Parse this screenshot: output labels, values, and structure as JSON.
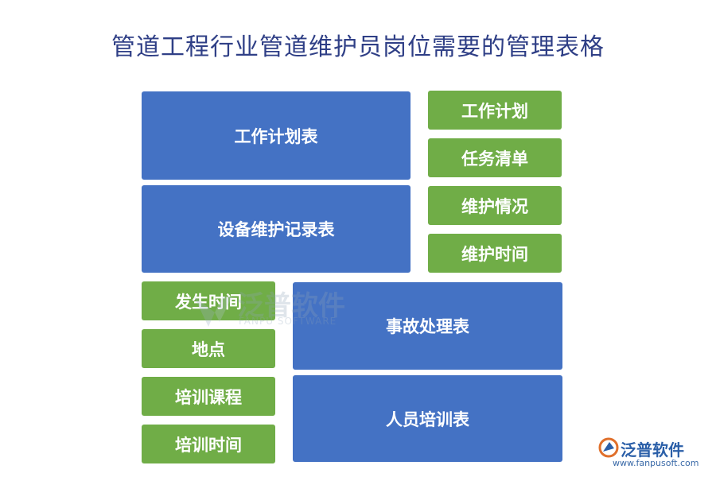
{
  "title": "管道工程行业管道维护员岗位需要的管理表格",
  "tables": [
    {
      "label": "工作计划表",
      "color": "#4472c4"
    },
    {
      "label": "设备维护记录表",
      "color": "#4472c4"
    },
    {
      "label": "事故处理表",
      "color": "#4472c4"
    },
    {
      "label": "人员培训表",
      "color": "#4472c4"
    }
  ],
  "items": [
    {
      "label": "工作计划",
      "color": "#70ad47"
    },
    {
      "label": "任务清单",
      "color": "#70ad47"
    },
    {
      "label": "维护情况",
      "color": "#70ad47"
    },
    {
      "label": "维护时间",
      "color": "#70ad47"
    },
    {
      "label": "发生时间",
      "color": "#70ad47"
    },
    {
      "label": "地点",
      "color": "#70ad47"
    },
    {
      "label": "培训课程",
      "color": "#70ad47"
    },
    {
      "label": "培训时间",
      "color": "#70ad47"
    }
  ],
  "watermark": {
    "cn": "泛普软件",
    "en": "FANPU SOFTWARE"
  },
  "logo": {
    "name": "泛普软件",
    "url": "www.fanpusoft.com",
    "icon": "fanpu-logo-icon"
  }
}
